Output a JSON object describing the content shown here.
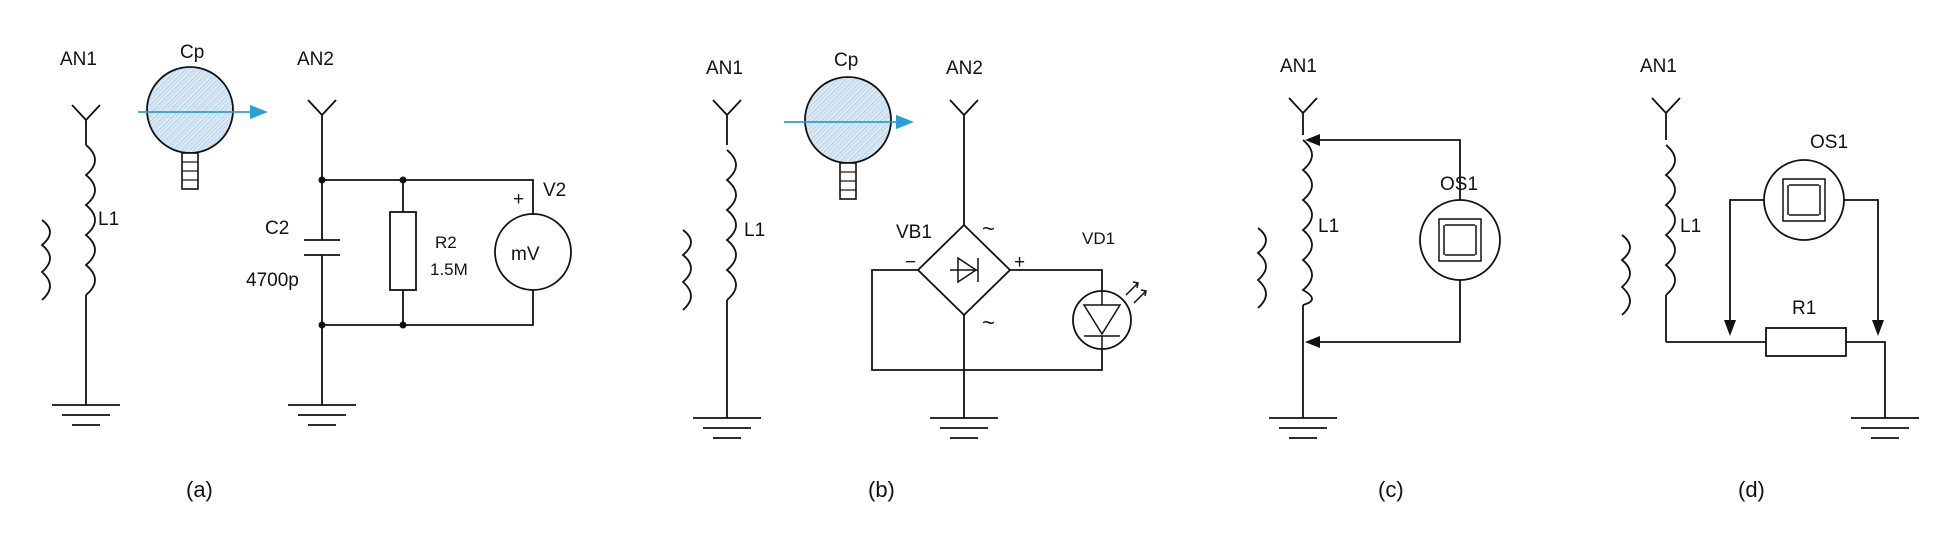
{
  "panels": {
    "a": {
      "caption": "(a)",
      "antenna1": "AN1",
      "antenna2": "AN2",
      "probe": "Cp",
      "coil": "L1",
      "capacitor": "C2",
      "capacitor_value": "4700p",
      "resistor": "R2",
      "resistor_value": "1.5M",
      "meter": "V2",
      "meter_text": "mV",
      "polarity": "+"
    },
    "b": {
      "caption": "(b)",
      "antenna1": "AN1",
      "antenna2": "AN2",
      "probe": "Cp",
      "coil": "L1",
      "bridge": "VB1",
      "led": "VD1",
      "ac_top": "~",
      "ac_bottom": "~",
      "minus": "−",
      "plus": "+"
    },
    "c": {
      "caption": "(c)",
      "antenna1": "AN1",
      "coil": "L1",
      "scope": "OS1"
    },
    "d": {
      "caption": "(d)",
      "antenna1": "AN1",
      "coil": "L1",
      "scope": "OS1",
      "resistor": "R1"
    }
  },
  "colors": {
    "wire": "#111111",
    "probe_arrow": "#2a9fd6",
    "probe_fill": "#cfe3f1"
  }
}
